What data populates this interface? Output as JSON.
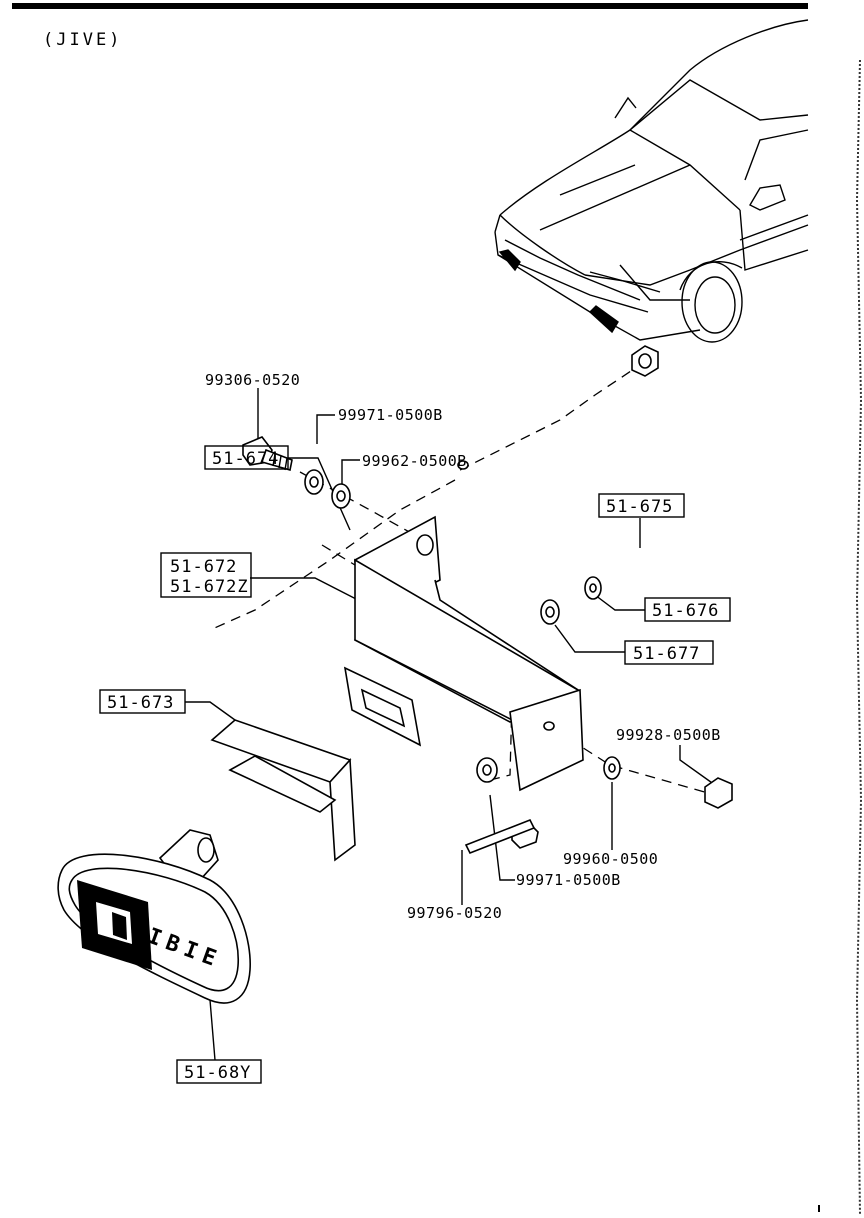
{
  "header": {
    "title": "(JIVE)"
  },
  "callouts": {
    "bolt_top": "99306-0520",
    "washer_a": "99971-0500B",
    "washer_b": "99962-0500B",
    "bracket_1": "51-672",
    "bracket_2": "51-672Z",
    "nut_675": "51-675",
    "washer_676": "51-676",
    "washer_677": "51-677",
    "gasket_674": "51-674",
    "plate_673": "51-673",
    "nut_right": "99928-0500B",
    "washer_right": "99960-0500",
    "bolt_bottom": "99796-0520",
    "washer_bottom": "99971-0500B",
    "lamp": "51-68Y"
  },
  "lamp_brand": "CIBIE"
}
